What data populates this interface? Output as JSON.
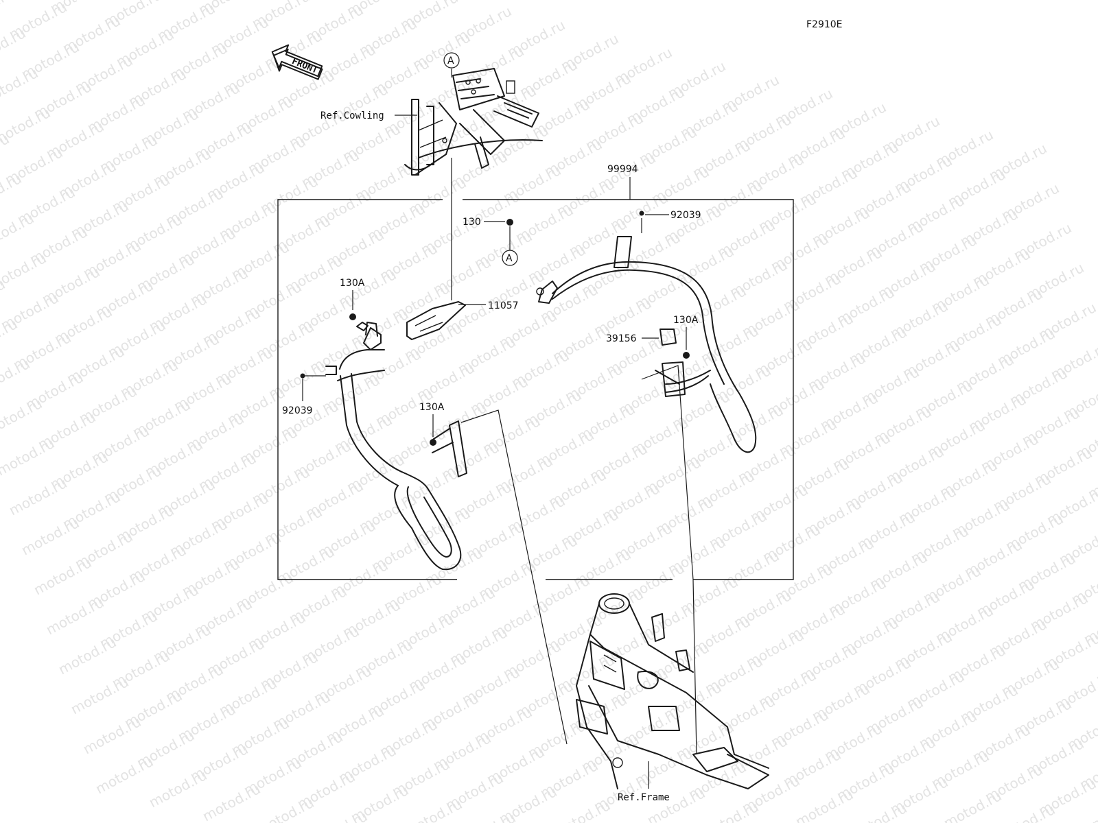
{
  "diagram_code": "F2910E",
  "front_label": "FRONT",
  "watermark": "motod.ru",
  "callout_marker": "A",
  "labels": {
    "ref_cowling": "Ref.Cowling",
    "ref_frame": "Ref.Frame",
    "assembly": "99994",
    "nut_130": "130",
    "screw_top": "92039",
    "screw_left": "92039",
    "bolt_left_upper": "130A",
    "bolt_center": "130A",
    "bolt_right": "130A",
    "bracket": "11057",
    "collar": "39156"
  }
}
